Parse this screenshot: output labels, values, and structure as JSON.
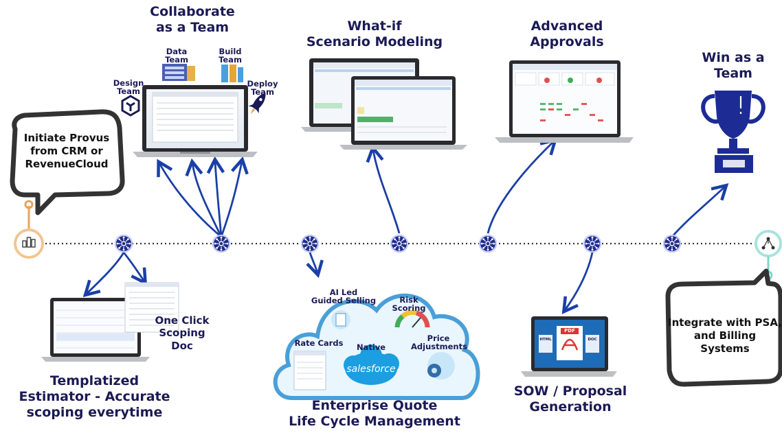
{
  "title_collaborate": "Collaborate\nas a Team",
  "title_whatif": "What-if\nScenario Modeling",
  "title_approvals": "Advanced\nApprovals",
  "title_win": "Win as a\nTeam",
  "bubble_start": "Initiate Provus\nfrom CRM or\nRevenueCloud",
  "bubble_end": "Integrate with PSA,\nand Billing\nSystems",
  "teams": {
    "design": "Design\nTeam",
    "data": "Data\nTeam",
    "build": "Build\nTeam",
    "deploy": "Deploy\nTeam"
  },
  "one_click": "One Click\nScoping Doc",
  "estimator": "Templatized\nEstimator - Accurate\nscoping everytime",
  "cloud": {
    "ai": "AI Led\nGuided Selling",
    "risk": "Risk\nScoring",
    "rate": "Rate Cards",
    "native": "Native",
    "salesforce": "salesforce",
    "price": "Price\nAdjustments"
  },
  "enterprise": "Enterprise Quote\nLife Cycle Management",
  "sow": "SOW / Proposal\nGeneration",
  "doc_badges": {
    "pdf": "PDF",
    "html": "HTML",
    "doc": "DOC"
  },
  "colors": {
    "navy": "#1b1a55",
    "node": "#1f2c8a",
    "arrow": "#1b3fa6",
    "cloud": "#4a9fd8",
    "orange": "#e8a45a",
    "teal": "#7fd3c9"
  },
  "icons": [
    "bar-chart-icon",
    "network-node-icon",
    "trophy-icon",
    "rocket-icon",
    "pdf-document-icon"
  ]
}
